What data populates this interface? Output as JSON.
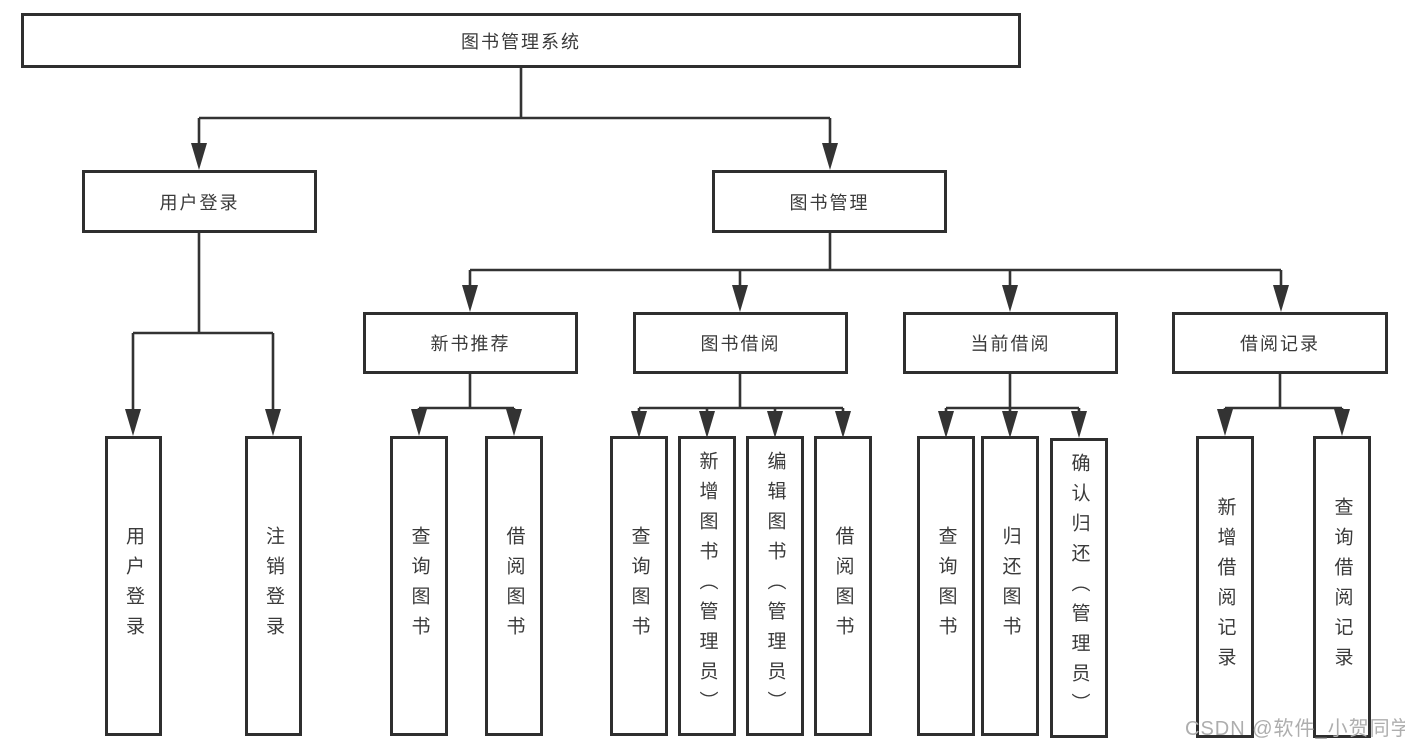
{
  "diagram": {
    "type": "hierarchy-tree",
    "title": "图书管理系统",
    "nodes": {
      "root": {
        "label": "图书管理系统"
      },
      "level2": [
        {
          "id": "user-login",
          "label": "用户登录",
          "parent": "图书管理系统"
        },
        {
          "id": "book-management",
          "label": "图书管理",
          "parent": "图书管理系统"
        }
      ],
      "level3": [
        {
          "id": "new-book-recommend",
          "label": "新书推荐",
          "parent": "图书管理"
        },
        {
          "id": "book-borrowing",
          "label": "图书借阅",
          "parent": "图书管理"
        },
        {
          "id": "current-borrowing",
          "label": "当前借阅",
          "parent": "图书管理"
        },
        {
          "id": "borrowing-records",
          "label": "借阅记录",
          "parent": "图书管理"
        }
      ],
      "leaves": [
        {
          "id": "leaf-user-login",
          "label": "用户登录",
          "parent": "用户登录"
        },
        {
          "id": "leaf-logout",
          "label": "注销登录",
          "parent": "用户登录"
        },
        {
          "id": "leaf-query-books-recommend",
          "label": "查询图书",
          "parent": "新书推荐"
        },
        {
          "id": "leaf-borrow-books-recommend",
          "label": "借阅图书",
          "parent": "新书推荐"
        },
        {
          "id": "leaf-query-books-borrowing",
          "label": "查询图书",
          "parent": "图书借阅"
        },
        {
          "id": "leaf-add-books-admin",
          "label": "新增图书（管理员）",
          "parent": "图书借阅"
        },
        {
          "id": "leaf-edit-books-admin",
          "label": "编辑图书（管理员）",
          "parent": "图书借阅"
        },
        {
          "id": "leaf-borrow-books-borrowing",
          "label": "借阅图书",
          "parent": "图书借阅"
        },
        {
          "id": "leaf-query-books-current",
          "label": "查询图书",
          "parent": "当前借阅"
        },
        {
          "id": "leaf-return-books",
          "label": "归还图书",
          "parent": "当前借阅"
        },
        {
          "id": "leaf-confirm-return-admin",
          "label": "确认归还（管理员）",
          "parent": "当前借阅"
        },
        {
          "id": "leaf-add-borrow-record",
          "label": "新增借阅记录",
          "parent": "借阅记录"
        },
        {
          "id": "leaf-query-borrow-record",
          "label": "查询借阅记录",
          "parent": "借阅记录"
        }
      ]
    },
    "colors": {
      "line": "#333333",
      "box_border": "#2f2f2f",
      "text": "#3a3a3a",
      "background": "#ffffff",
      "watermark": "#aeaeae"
    }
  },
  "watermark": "CSDN @软件_小贺同学"
}
